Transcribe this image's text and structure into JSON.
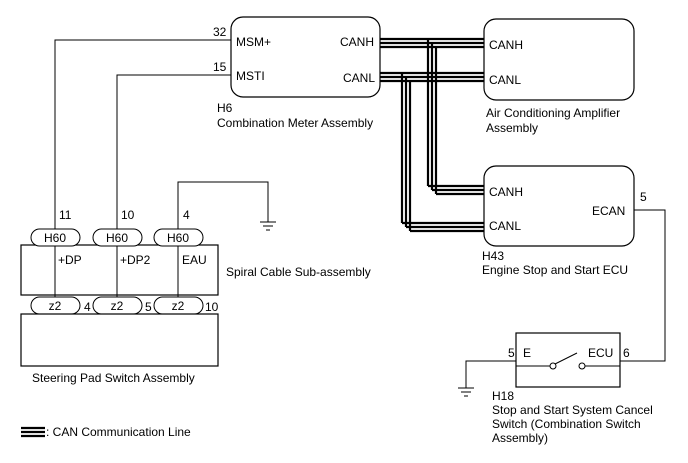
{
  "components": {
    "meter": {
      "code": "H6",
      "name": "Combination Meter Assembly",
      "pins": {
        "msm_plus": "MSM+",
        "msti": "MSTI",
        "canh": "CANH",
        "canl": "CANL"
      },
      "pin_numbers": {
        "msm_plus": "32",
        "msti": "15"
      }
    },
    "ac_amp": {
      "name_line1": "Air Conditioning Amplifier",
      "name_line2": "Assembly",
      "pins": {
        "canh": "CANH",
        "canl": "CANL"
      }
    },
    "ecu": {
      "code": "H43",
      "name": "Engine Stop and Start ECU",
      "pins": {
        "canh": "CANH",
        "canl": "CANL",
        "ecan": "ECAN"
      },
      "pin_numbers": {
        "ecan": "5"
      }
    },
    "spiral": {
      "name": "Spiral Cable Sub-assembly",
      "signals": [
        "+DP",
        "+DP2",
        "EAU"
      ],
      "top_connectors": [
        "H60",
        "H60",
        "H60"
      ],
      "top_pins": [
        "11",
        "10",
        "4"
      ],
      "bottom_connectors": [
        "z2",
        "z2",
        "z2"
      ],
      "bottom_pins": [
        "4",
        "5",
        "10"
      ]
    },
    "steering_pad": {
      "name": "Steering Pad Switch Assembly"
    },
    "cancel_switch": {
      "code": "H18",
      "name_line1": "Stop and Start System Cancel",
      "name_line2": "Switch (Combination Switch",
      "name_line3": "Assembly)",
      "pins": {
        "e": "E",
        "ecu": "ECU"
      },
      "pin_numbers": {
        "e": "5",
        "ecu": "6"
      }
    }
  },
  "legend": {
    "text": ": CAN Communication Line"
  }
}
